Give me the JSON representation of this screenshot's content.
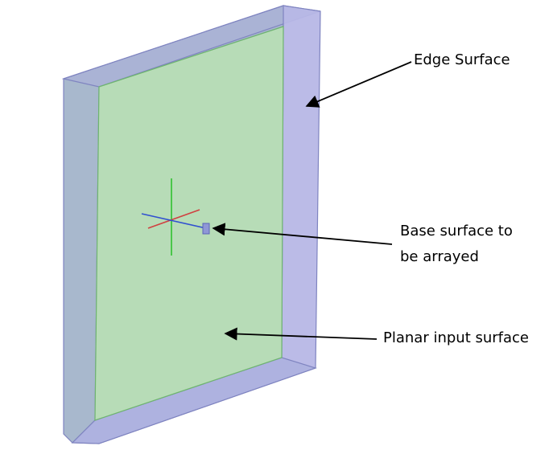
{
  "labels": {
    "edge_surface": "Edge Surface",
    "base_surface_line1": "Base surface to",
    "base_surface_line2": "be arrayed",
    "planar_input_surface": "Planar input surface"
  },
  "colors": {
    "front_face": "#b7dcb7",
    "left_side": "#9fb0c8",
    "right_side": "#b7b7e6",
    "outline": "#7f84c0",
    "axis_x": "#d04040",
    "axis_y": "#30c030",
    "axis_z": "#3050d0",
    "arrow": "#000000"
  }
}
